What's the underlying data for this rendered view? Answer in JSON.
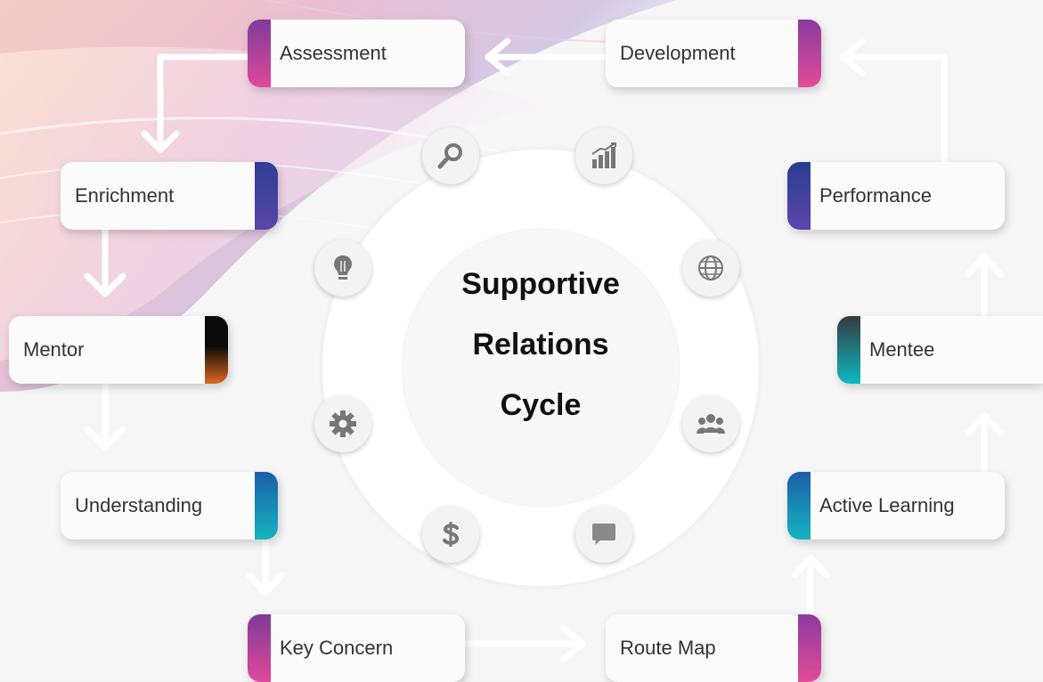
{
  "diagram": {
    "title_lines": [
      "Supportive",
      "Relations",
      "Cycle"
    ],
    "steps": [
      {
        "label": "Assessment"
      },
      {
        "label": "Development"
      },
      {
        "label": "Enrichment"
      },
      {
        "label": "Performance"
      },
      {
        "label": "Mentor"
      },
      {
        "label": "Mentee"
      },
      {
        "label": "Understanding"
      },
      {
        "label": "Active Learning"
      },
      {
        "label": "Key Concern"
      },
      {
        "label": "Route Map"
      }
    ],
    "icons": [
      "search-icon",
      "chart-icon",
      "globe-icon",
      "team-icon",
      "chat-icon",
      "dollar-icon",
      "gear-icon",
      "lightbulb-icon"
    ],
    "colors": {
      "pink": "#e0499a",
      "purple": "#7f3a9a",
      "indigo": "#2c3f94",
      "teal": "#16b4c0",
      "orange": "#e0681c",
      "icon_gray": "#777777"
    }
  }
}
